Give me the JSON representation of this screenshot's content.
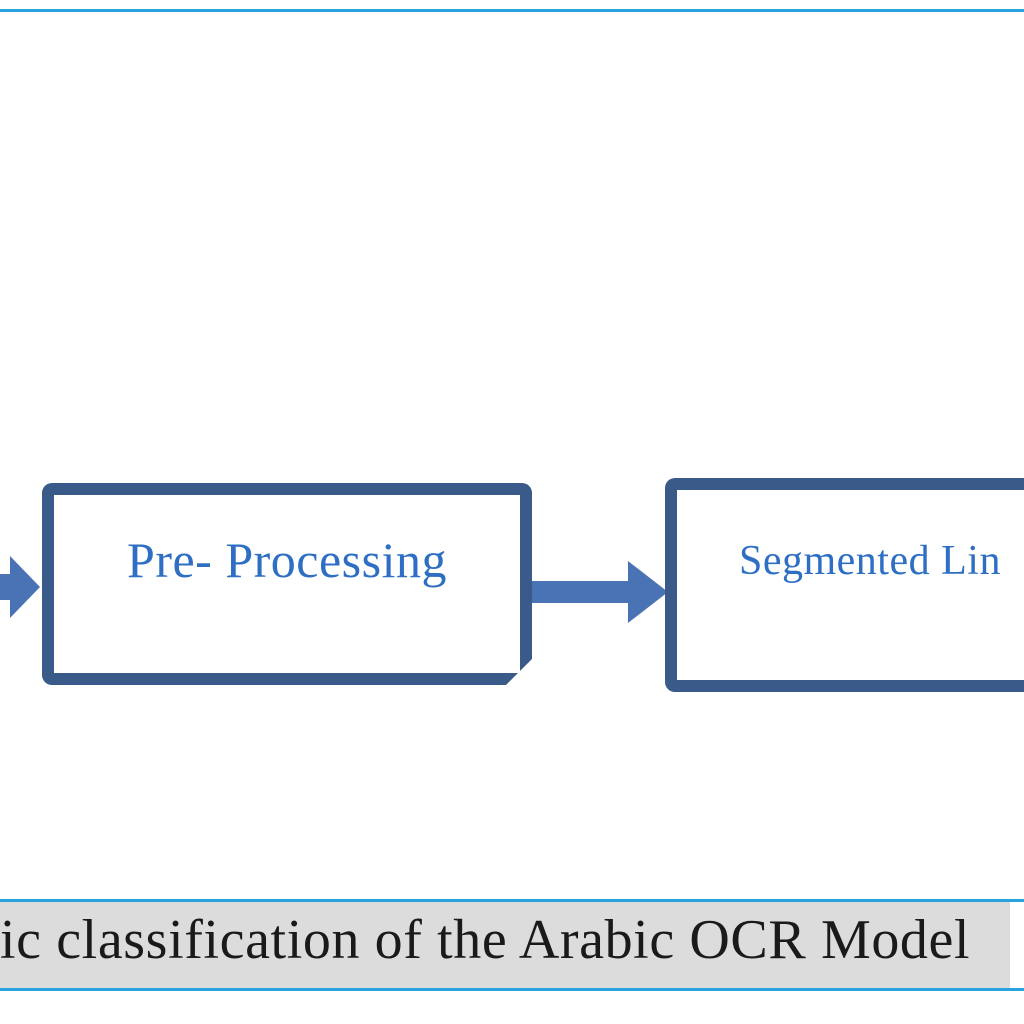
{
  "diagram": {
    "boxes": [
      {
        "id": "pre-processing",
        "label": "Pre- Processing"
      },
      {
        "id": "segmented-lines",
        "label": "Segmented Lin"
      }
    ],
    "arrows": [
      {
        "from": "offscreen-left",
        "to": "pre-processing"
      },
      {
        "from": "pre-processing",
        "to": "segmented-lines"
      }
    ]
  },
  "caption": {
    "text": "ic classification of the Arabic OCR Model"
  },
  "colors": {
    "rule": "#29a3de",
    "box_border": "#3a5a8a",
    "box_text": "#2e6fc4",
    "arrow": "#4a73b5",
    "caption_bg": "#dcdcdc"
  }
}
